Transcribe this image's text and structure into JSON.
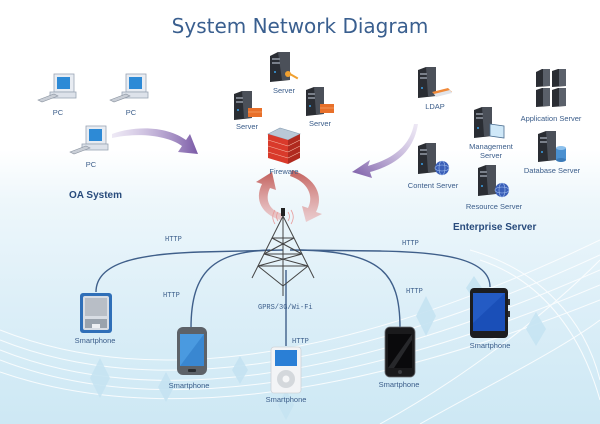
{
  "title": "System Network Diagram",
  "groups": {
    "oa_system": "OA System",
    "enterprise_server": "Enterprise Server"
  },
  "oa_nodes": [
    {
      "label": "PC",
      "icon": "pc-icon"
    },
    {
      "label": "PC",
      "icon": "pc-icon"
    },
    {
      "label": "PC",
      "icon": "pc-icon"
    }
  ],
  "center_servers": [
    {
      "label": "Server",
      "icon": "server-key-icon"
    },
    {
      "label": "Server",
      "icon": "server-firewall-icon"
    },
    {
      "label": "Server",
      "icon": "server-firewall-icon"
    }
  ],
  "firewall": {
    "label": "Fireware",
    "icon": "firewall-icon"
  },
  "enterprise_nodes": [
    {
      "label": "LDAP",
      "icon": "server-ldap-icon"
    },
    {
      "label": "Application Server",
      "icon": "server-cluster-icon"
    },
    {
      "label": "Management Server",
      "icon": "server-monitor-icon"
    },
    {
      "label": "Database Server",
      "icon": "server-database-icon"
    },
    {
      "label": "Content Server",
      "icon": "server-globe-icon"
    },
    {
      "label": "Resource Server",
      "icon": "server-globe-icon"
    }
  ],
  "tower": {
    "label": "GPRS/3G/Wi-Fi",
    "icon": "cell-tower-icon"
  },
  "links": [
    {
      "label": "HTTP"
    },
    {
      "label": "HTTP"
    },
    {
      "label": "HTTP"
    },
    {
      "label": "HTTP"
    },
    {
      "label": "HTTP"
    }
  ],
  "mobile_nodes": [
    {
      "label": "Smartphone",
      "icon": "pda-icon"
    },
    {
      "label": "Smartphone",
      "icon": "android-phone-icon"
    },
    {
      "label": "Smartphone",
      "icon": "ipod-icon"
    },
    {
      "label": "Smartphone",
      "icon": "iphone-icon"
    },
    {
      "label": "Smartphone",
      "icon": "tablet-icon"
    }
  ],
  "colors": {
    "title": "#3a5f8f",
    "label": "#3b5d8a",
    "group_label": "#284b7c",
    "arrow_purple": "#7a5aa6",
    "arrow_red": "#c9585a",
    "link_line": "#3f5f8a"
  }
}
